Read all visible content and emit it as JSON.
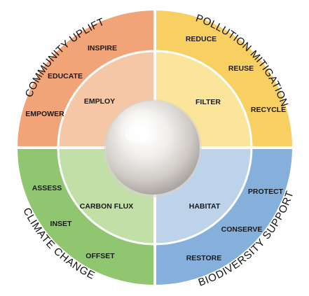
{
  "colors": {
    "community": {
      "outer": "#f0a478",
      "inner": "#f5c7a6"
    },
    "pollution": {
      "outer": "#f8cf61",
      "inner": "#fbe59b"
    },
    "climate": {
      "outer": "#8fc66f",
      "inner": "#c2dfa8"
    },
    "biodiversity": {
      "outer": "#86b0dc",
      "inner": "#bcd3ea"
    },
    "divider": "#ffffff"
  },
  "center": {
    "icon": "pearl-icon"
  },
  "quadrants": {
    "community_uplift": {
      "title": "COMMUNITY UPLIFT",
      "outer_items": [
        "INSPIRE",
        "EDUCATE",
        "EMPOWER"
      ],
      "inner_item": "EMPLOY"
    },
    "pollution_mitigation": {
      "title": "POLLUTION MITIGATION",
      "outer_items": [
        "REDUCE",
        "REUSE",
        "RECYCLE"
      ],
      "inner_item": "FILTER"
    },
    "climate_change": {
      "title": "CLIMATE CHANGE",
      "outer_items": [
        "ASSESS",
        "INSET",
        "OFFSET"
      ],
      "inner_item": "CARBON FLUX"
    },
    "biodiversity_support": {
      "title": "BIODIVERSITY SUPPORT",
      "outer_items": [
        "PROTECT",
        "CONSERVE",
        "RESTORE"
      ],
      "inner_item": "HABITAT"
    }
  }
}
